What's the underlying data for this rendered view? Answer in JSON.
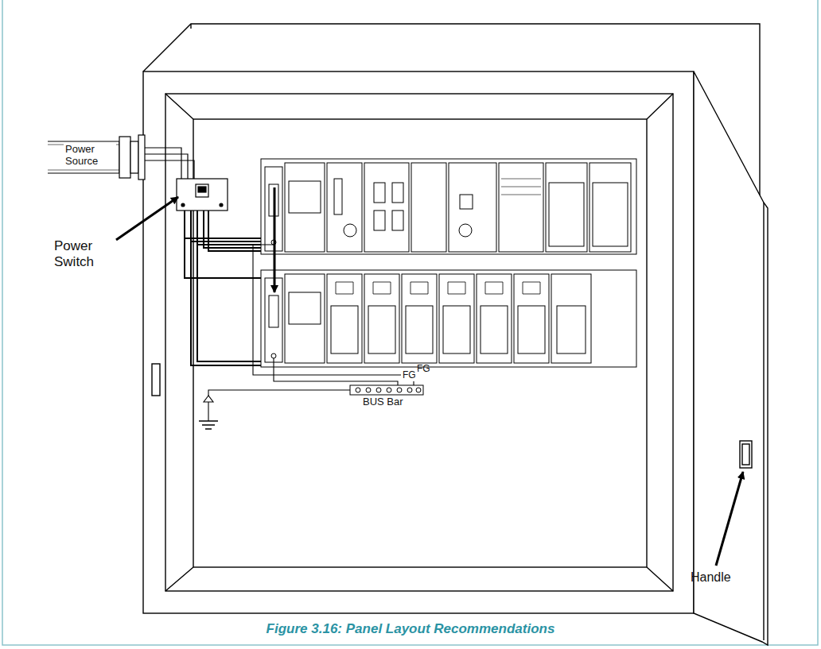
{
  "diagram": {
    "caption": "Figure 3.16: Panel Layout Recommendations",
    "labels": [
      "Power Source",
      "Power Switch",
      "FG",
      "FG",
      "BUS Bar",
      "Handle"
    ]
  }
}
